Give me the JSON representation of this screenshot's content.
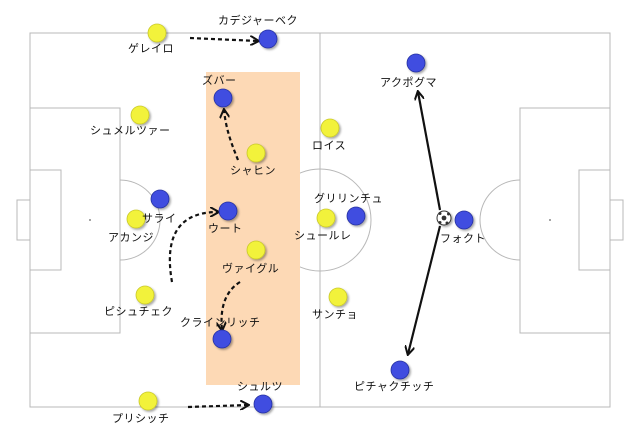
{
  "colors": {
    "background": "#ffffff",
    "pitch_line": "#b8b8b8",
    "highlight_zone": "#fdd9b5",
    "yellow_team": "#f2f23a",
    "blue_team": "#3f4de0",
    "arrow": "#111111"
  },
  "ball_icon": "soccer-ball-icon",
  "yellow_players": [
    {
      "name": "ゲレイロ"
    },
    {
      "name": "シュメルツァー"
    },
    {
      "name": "シャヒン"
    },
    {
      "name": "アカンジ"
    },
    {
      "name": "ヴァイグル"
    },
    {
      "name": "ピシュチェク"
    },
    {
      "name": "プリシッチ"
    },
    {
      "name": "ロイス"
    },
    {
      "name": "シュールレ"
    },
    {
      "name": "サンチョ"
    }
  ],
  "blue_players": [
    {
      "name": "カデジャーベク"
    },
    {
      "name": "ズバー"
    },
    {
      "name": "サライ"
    },
    {
      "name": "ウート"
    },
    {
      "name": "クラインリッチ"
    },
    {
      "name": "シュルツ"
    },
    {
      "name": "グリリンチュ"
    },
    {
      "name": "アクポグマ"
    },
    {
      "name": "フォクト"
    },
    {
      "name": "ピチャクチッチ"
    }
  ]
}
